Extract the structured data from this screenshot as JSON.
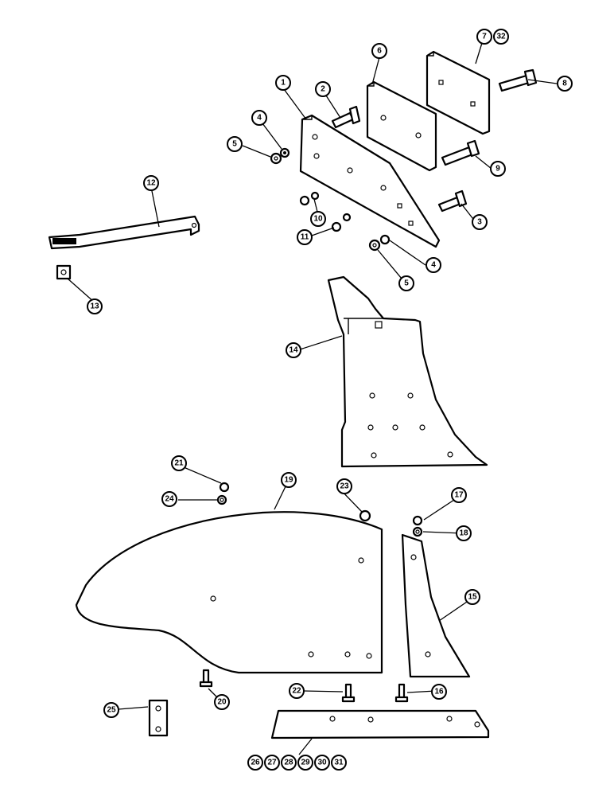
{
  "callouts": [
    {
      "key": "c1",
      "label": "1"
    },
    {
      "key": "c2",
      "label": "2"
    },
    {
      "key": "c3",
      "label": "3"
    },
    {
      "key": "c4a",
      "label": "4"
    },
    {
      "key": "c4b",
      "label": "4"
    },
    {
      "key": "c5a",
      "label": "5"
    },
    {
      "key": "c5b",
      "label": "5"
    },
    {
      "key": "c6",
      "label": "6"
    },
    {
      "key": "c7",
      "label": "7"
    },
    {
      "key": "c32",
      "label": "32"
    },
    {
      "key": "c8",
      "label": "8"
    },
    {
      "key": "c9",
      "label": "9"
    },
    {
      "key": "c10",
      "label": "10"
    },
    {
      "key": "c11",
      "label": "11"
    },
    {
      "key": "c12",
      "label": "12"
    },
    {
      "key": "c13",
      "label": "13"
    },
    {
      "key": "c14",
      "label": "14"
    },
    {
      "key": "c15",
      "label": "15"
    },
    {
      "key": "c16",
      "label": "16"
    },
    {
      "key": "c17",
      "label": "17"
    },
    {
      "key": "c18",
      "label": "18"
    },
    {
      "key": "c19",
      "label": "19"
    },
    {
      "key": "c20",
      "label": "20"
    },
    {
      "key": "c21",
      "label": "21"
    },
    {
      "key": "c22",
      "label": "22"
    },
    {
      "key": "c23",
      "label": "23"
    },
    {
      "key": "c24",
      "label": "24"
    },
    {
      "key": "c25",
      "label": "25"
    },
    {
      "key": "c26",
      "label": "26"
    },
    {
      "key": "c27",
      "label": "27"
    },
    {
      "key": "c28",
      "label": "28"
    },
    {
      "key": "c29",
      "label": "29"
    },
    {
      "key": "c30",
      "label": "30"
    },
    {
      "key": "c31",
      "label": "31"
    }
  ]
}
